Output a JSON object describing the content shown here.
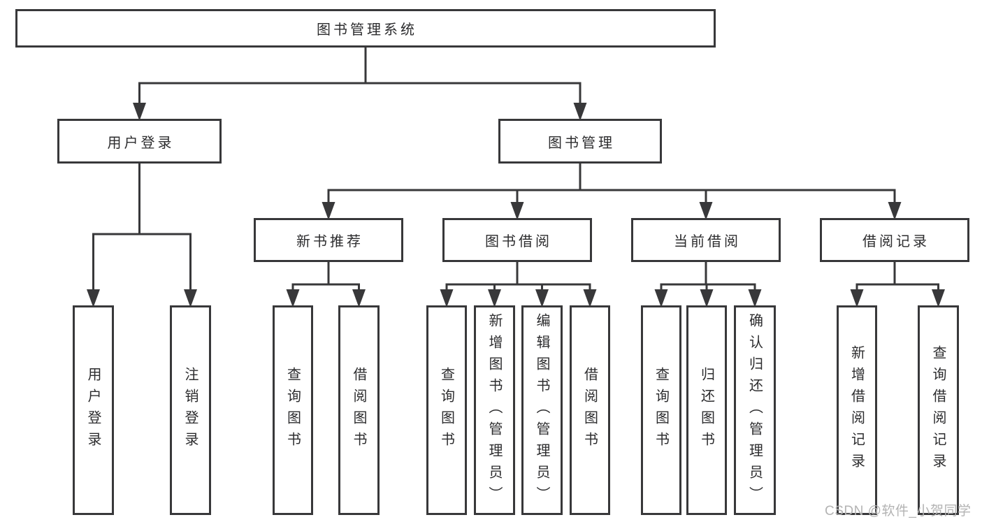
{
  "colors": {
    "line": "#38383a",
    "box_border": "#38383a",
    "text": "#2c2c2e",
    "background": "#ffffff",
    "watermark_text_color": "#b3b3b3"
  },
  "watermark": {
    "text": "CSDN @软件_小贺同学"
  },
  "diagram": {
    "type": "hierarchy-tree",
    "nodes": [
      {
        "id": "library-system",
        "label": "图书管理系统",
        "parent": null
      },
      {
        "id": "user-login",
        "label": "用户登录",
        "parent": "library-system"
      },
      {
        "id": "book-management",
        "label": "图书管理",
        "parent": "library-system"
      },
      {
        "id": "user-login-leaf",
        "label": "用户登录",
        "parent": "user-login"
      },
      {
        "id": "logout",
        "label": "注销登录",
        "parent": "user-login"
      },
      {
        "id": "new-book-recommend",
        "label": "新书推荐",
        "parent": "book-management"
      },
      {
        "id": "book-borrowing",
        "label": "图书借阅",
        "parent": "book-management"
      },
      {
        "id": "current-borrowing",
        "label": "当前借阅",
        "parent": "book-management"
      },
      {
        "id": "borrowing-records",
        "label": "借阅记录",
        "parent": "book-management"
      },
      {
        "id": "query-books-recommend",
        "label": "查询图书",
        "parent": "new-book-recommend"
      },
      {
        "id": "borrow-books-recommend",
        "label": "借阅图书",
        "parent": "new-book-recommend"
      },
      {
        "id": "query-books-borrowing",
        "label": "查询图书",
        "parent": "book-borrowing"
      },
      {
        "id": "add-books-admin",
        "label": "新增图书（管理员）",
        "parent": "book-borrowing"
      },
      {
        "id": "edit-books-admin",
        "label": "编辑图书（管理员）",
        "parent": "book-borrowing"
      },
      {
        "id": "borrow-books",
        "label": "借阅图书",
        "parent": "book-borrowing"
      },
      {
        "id": "query-books-current",
        "label": "查询图书",
        "parent": "current-borrowing"
      },
      {
        "id": "return-books",
        "label": "归还图书",
        "parent": "current-borrowing"
      },
      {
        "id": "confirm-return-admin",
        "label": "确认归还（管理员）",
        "parent": "current-borrowing"
      },
      {
        "id": "add-borrow-record",
        "label": "新增借阅记录",
        "parent": "borrowing-records"
      },
      {
        "id": "query-borrow-record",
        "label": "查询借阅记录",
        "parent": "borrowing-records"
      }
    ]
  }
}
